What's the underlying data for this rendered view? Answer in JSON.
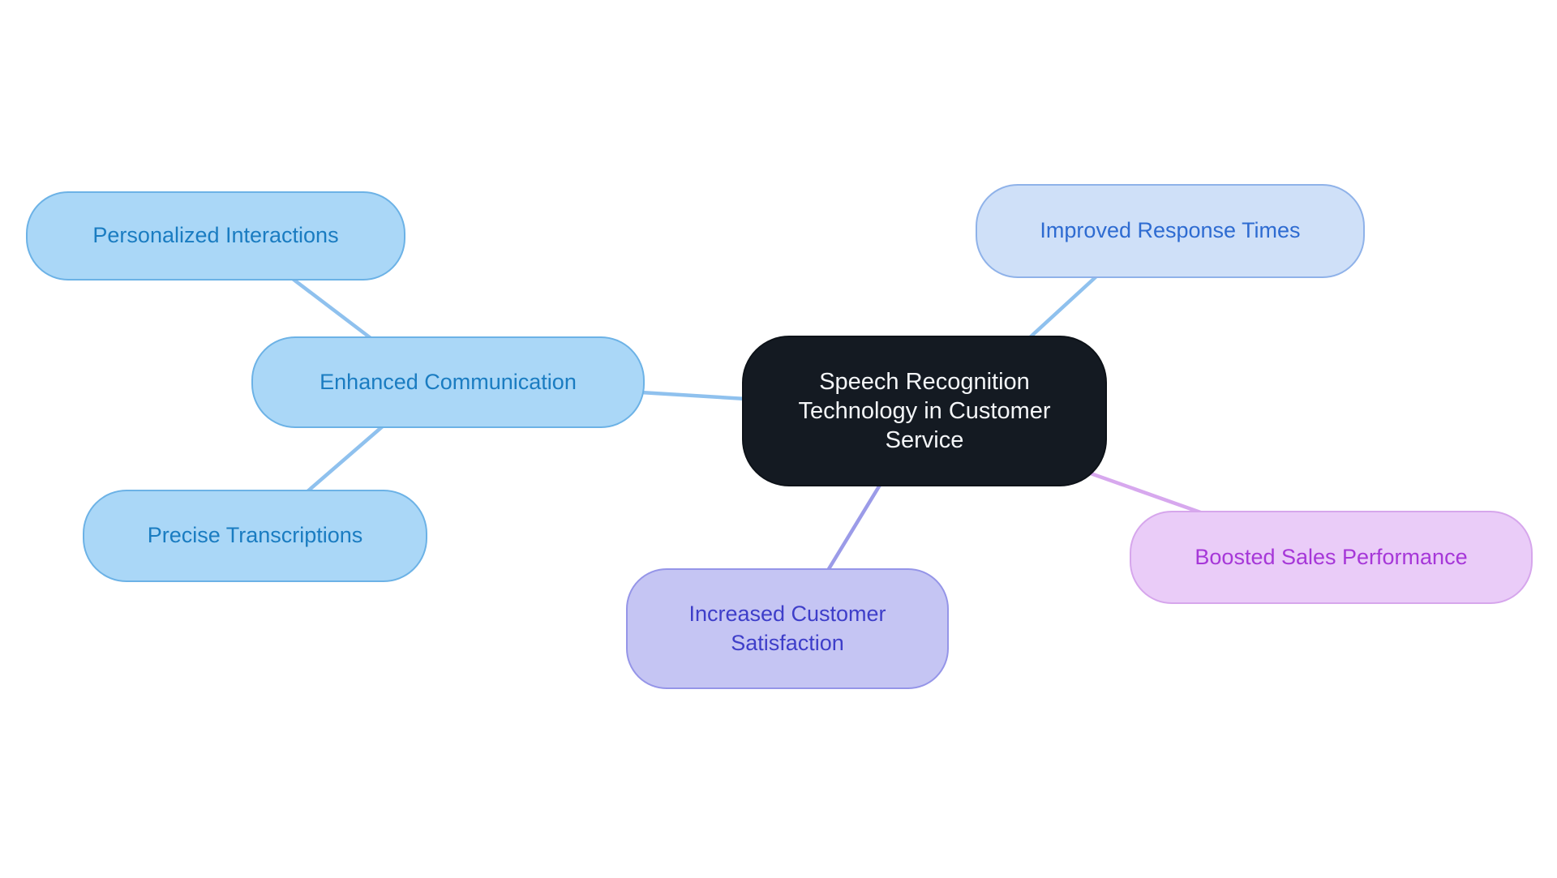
{
  "diagram": {
    "type": "mindmap",
    "background_color": "#ffffff",
    "central": {
      "id": "central",
      "label": "Speech Recognition\nTechnology in Customer\nService",
      "fill": "#141a22",
      "text_color": "#f4f6f8"
    },
    "nodes": [
      {
        "id": "personalized-interactions",
        "label": "Personalized Interactions",
        "fill": "#aad7f7",
        "border": "#6cb2e6",
        "text_color": "#1a7cc1"
      },
      {
        "id": "enhanced-communication",
        "label": "Enhanced Communication",
        "fill": "#aad7f7",
        "border": "#6cb2e6",
        "text_color": "#1a7cc1"
      },
      {
        "id": "precise-transcriptions",
        "label": "Precise Transcriptions",
        "fill": "#aad7f7",
        "border": "#6cb2e6",
        "text_color": "#1a7cc1"
      },
      {
        "id": "improved-response-times",
        "label": "Improved Response Times",
        "fill": "#cfe0f8",
        "border": "#8fb2e9",
        "text_color": "#2e6bd1"
      },
      {
        "id": "increased-customer-satisfaction",
        "label": "Increased Customer\nSatisfaction",
        "fill": "#c5c5f3",
        "border": "#9595e8",
        "text_color": "#3e3ec9"
      },
      {
        "id": "boosted-sales-performance",
        "label": "Boosted Sales Performance",
        "fill": "#eaccf8",
        "border": "#d6a6ec",
        "text_color": "#a637d8"
      }
    ],
    "edges": [
      {
        "from": "personalized-interactions",
        "to": "enhanced-communication",
        "color": "#8fc1ee"
      },
      {
        "from": "enhanced-communication",
        "to": "precise-transcriptions",
        "color": "#8fc1ee"
      },
      {
        "from": "enhanced-communication",
        "to": "central",
        "color": "#8fc1ee"
      },
      {
        "from": "improved-response-times",
        "to": "central",
        "color": "#8fc1ee"
      },
      {
        "from": "central",
        "to": "increased-customer-satisfaction",
        "color": "#9b9be8"
      },
      {
        "from": "central",
        "to": "boosted-sales-performance",
        "color": "#d7a8ee"
      }
    ]
  }
}
